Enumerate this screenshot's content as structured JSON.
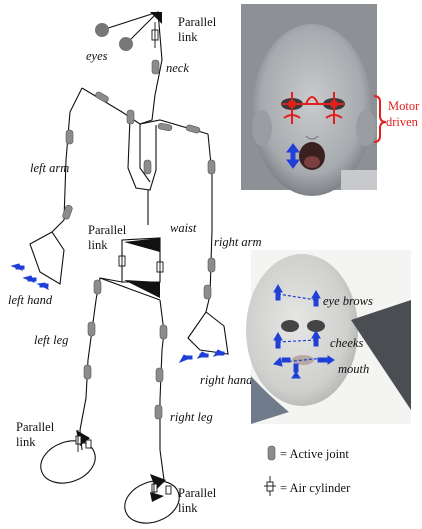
{
  "labels": {
    "eyes": "eyes",
    "parallel_link_neck": [
      "Parallel",
      "link"
    ],
    "neck": "neck",
    "left_arm": "left arm",
    "parallel_link_waist": [
      "Parallel",
      "link"
    ],
    "waist": "waist",
    "right_arm": "right arm",
    "left_hand": "left hand",
    "left_leg": "left leg",
    "right_hand": "right hand",
    "right_leg": "right leg",
    "parallel_link_left_foot": [
      "Parallel",
      "link"
    ],
    "parallel_link_right_foot": [
      "Parallel",
      "link"
    ]
  },
  "face_top": {
    "motor_driven": [
      "Motor",
      "driven"
    ]
  },
  "face_bottom": {
    "eye_brows": "eye brows",
    "cheeks": "cheeks",
    "mouth": "mouth"
  },
  "legend": {
    "active_joint": "= Active joint",
    "air_cylinder": "= Air cylinder"
  },
  "colors": {
    "actuator_blue": "#1f3fd6",
    "motor_red": "#e0201c",
    "joint_gray": "#8c8c8c"
  }
}
